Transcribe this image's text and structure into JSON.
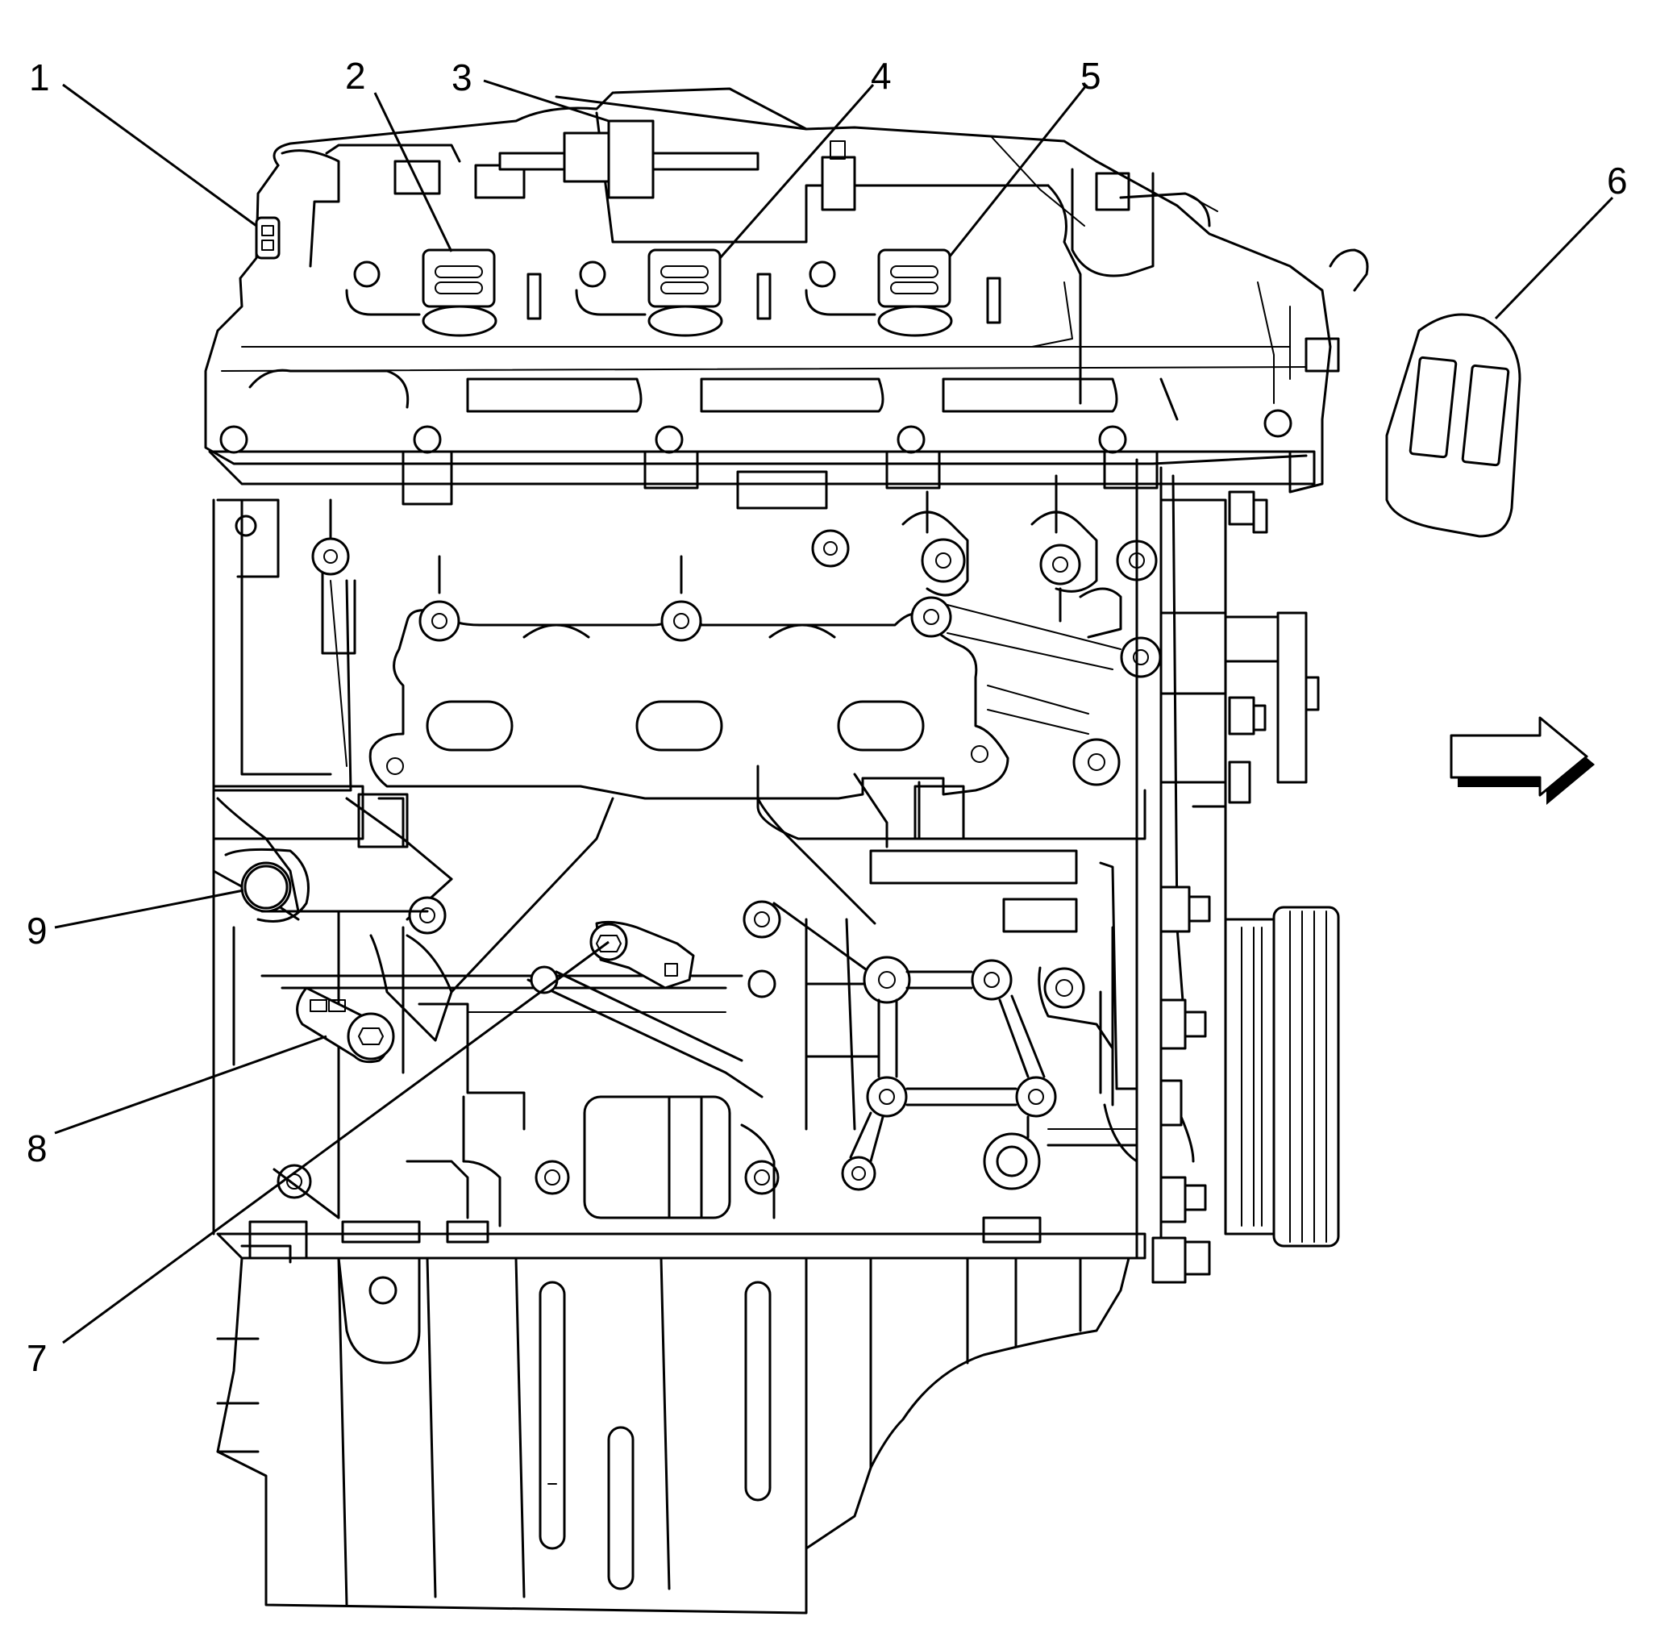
{
  "callouts": [
    {
      "id": "1",
      "label": "1"
    },
    {
      "id": "2",
      "label": "2"
    },
    {
      "id": "3",
      "label": "3"
    },
    {
      "id": "4",
      "label": "4"
    },
    {
      "id": "5",
      "label": "5"
    },
    {
      "id": "6",
      "label": "6"
    },
    {
      "id": "7",
      "label": "7"
    },
    {
      "id": "8",
      "label": "8"
    },
    {
      "id": "9",
      "label": "9"
    }
  ],
  "icons": {
    "direction_arrow": "right-arrow-icon"
  },
  "colors": {
    "line": "#000000",
    "background": "#ffffff"
  }
}
